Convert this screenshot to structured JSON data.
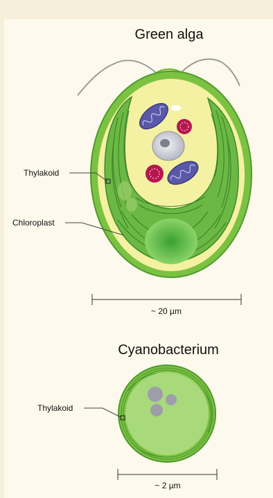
{
  "diagram": {
    "alga": {
      "title": "Green alga",
      "label_thylakoid": "Thylakoid",
      "label_chloroplast": "Chloroplast",
      "scale": "~ 20 µm"
    },
    "cyano": {
      "title": "Cyanobacterium",
      "label_thylakoid": "Thylakoid",
      "scale": "~ 2 µm"
    }
  },
  "colors": {
    "background": "#f6efd9",
    "panel": "#fdf9ec",
    "cell_green": "#7cc242",
    "cytoplasm": "#f7f3b0",
    "chloroplast": "#5aab3a",
    "mitochondria": "#5a58a8",
    "golgi": "#b5174e"
  }
}
